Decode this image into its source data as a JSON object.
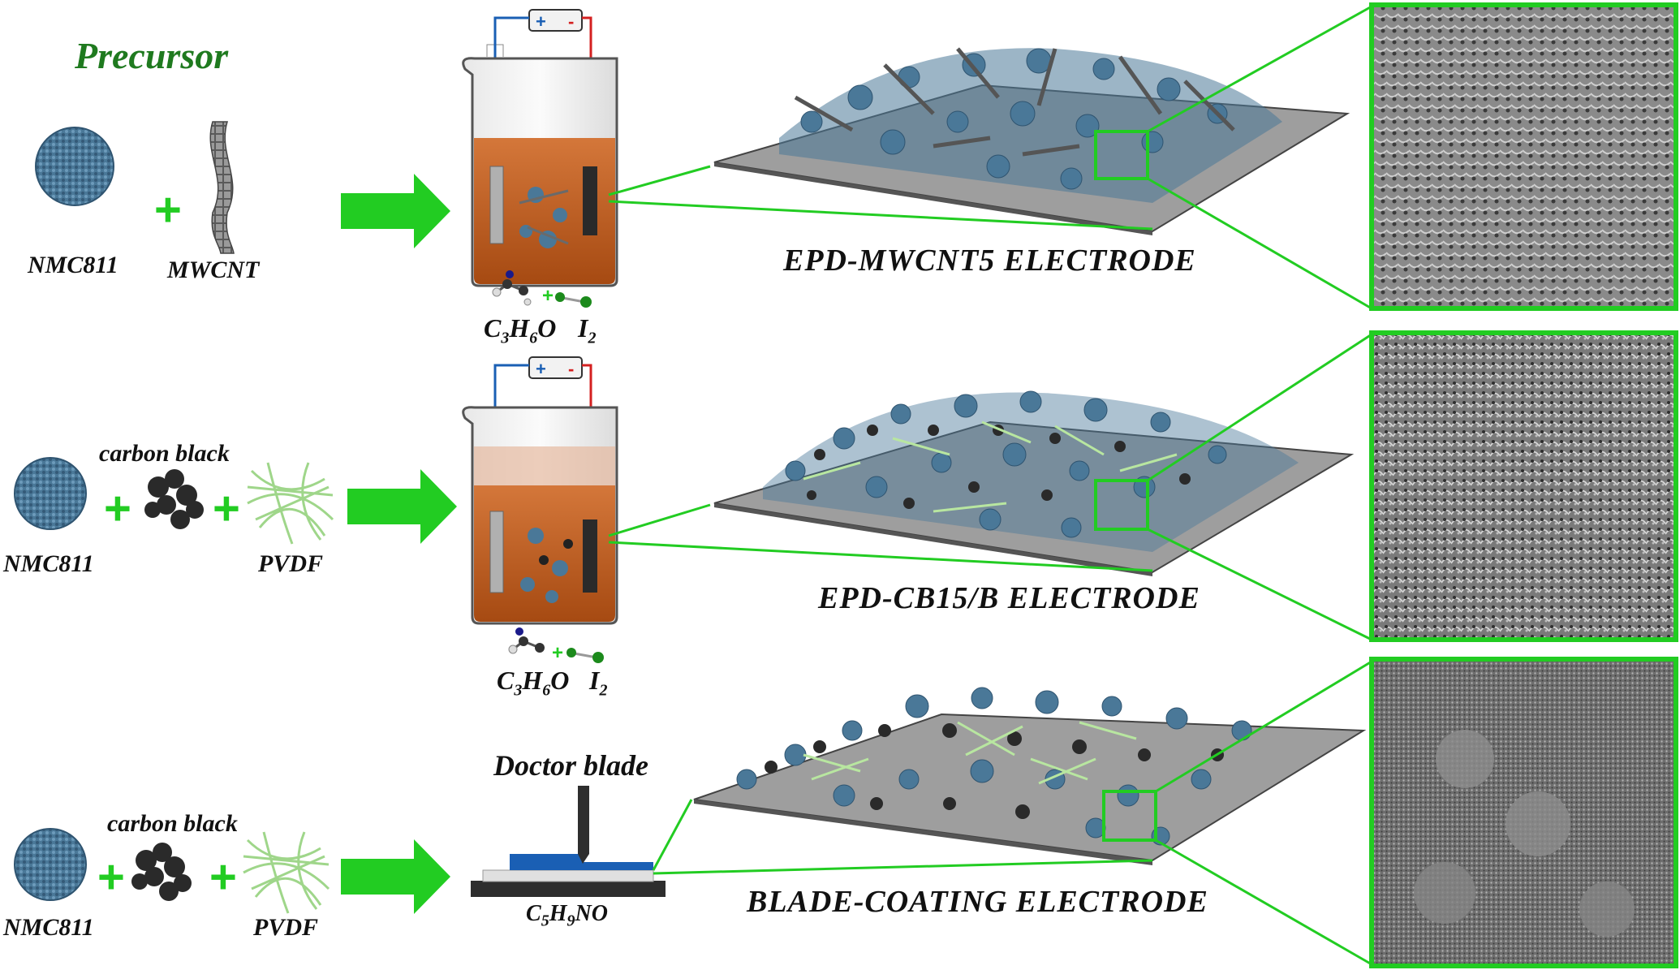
{
  "title": "Precursor",
  "rows": [
    {
      "materials": [
        "NMC811",
        "MWCNT"
      ],
      "solvent": {
        "main": "C",
        "sub1": "3",
        "main2": "H",
        "sub2": "6",
        "main3": "O"
      },
      "additive": {
        "main": "I",
        "sub": "2"
      },
      "electrode_label": "EPD-MWCNT5 ELECTRODE"
    },
    {
      "materials": [
        "NMC811",
        "carbon black",
        "PVDF"
      ],
      "solvent": {
        "main": "C",
        "sub1": "3",
        "main2": "H",
        "sub2": "6",
        "main3": "O"
      },
      "additive": {
        "main": "I",
        "sub": "2"
      },
      "electrode_label": "EPD-CB15/B ELECTRODE"
    },
    {
      "materials": [
        "NMC811",
        "carbon black",
        "PVDF"
      ],
      "tool_label": "Doctor blade",
      "solvent": {
        "main": "C",
        "sub1": "5",
        "main2": "H",
        "sub2": "9",
        "main3": "NO"
      },
      "electrode_label": "BLADE-COATING ELECTRODE"
    }
  ],
  "colors": {
    "accent_green": "#22cc22",
    "title_green": "#1f7a1f",
    "particle_blue": "#4a7898",
    "slurry_orange": "#b8561a",
    "plus_electrode_wire": "#1a5fb4",
    "minus_electrode_wire": "#d42020"
  },
  "battery_signs": {
    "plus": "+",
    "minus": "-"
  },
  "operator": "+"
}
